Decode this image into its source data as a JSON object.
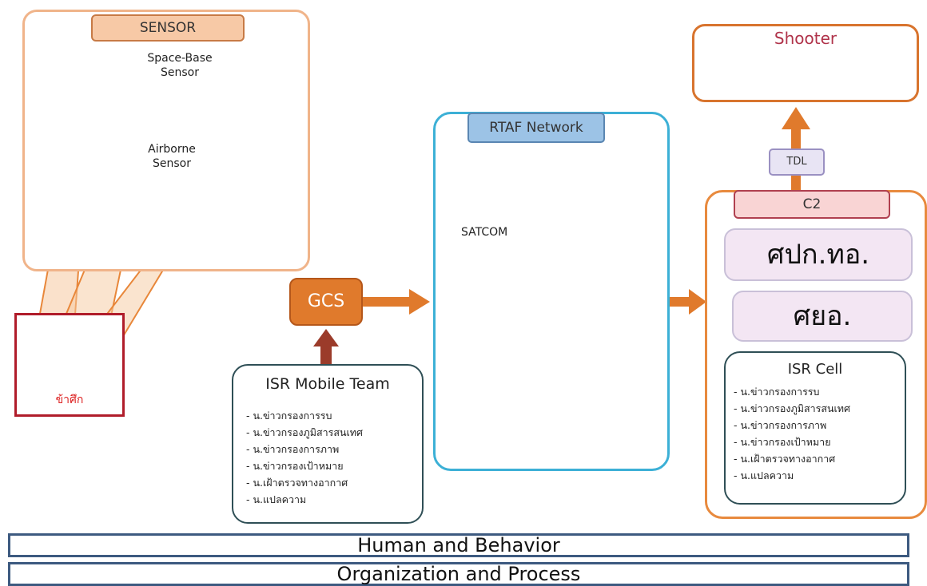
{
  "sensor": {
    "title": "SENSOR",
    "space_line1": "Space-Base",
    "space_line2": "Sensor",
    "air_line1": "Airborne",
    "air_line2": "Sensor"
  },
  "target": {
    "label": "ข้าศึก"
  },
  "gcs": {
    "label": "GCS"
  },
  "isr_mobile_team": {
    "title": "ISR Mobile Team",
    "items": [
      "- น.ข่าวกรองการรบ",
      "- น.ข่าวกรองภูมิสารสนเทศ",
      "- น.ข่าวกรองการภาพ",
      "- น.ข่าวกรองเป้าหมาย",
      "- น.เฝ้าตรวจทางอากาศ",
      "-  น.แปลความ"
    ]
  },
  "network": {
    "title": "RTAF Network",
    "satcom_label": "SATCOM"
  },
  "c2": {
    "title": "C2",
    "command1": "ศปก.ทอ.",
    "command2": "ศยอ.",
    "isr_cell": {
      "title": "ISR Cell",
      "items": [
        "- น.ข่าวกรองการรบ",
        "- น.ข่าวกรองภูมิสารสนเทศ",
        "- น.ข่าวกรองการภาพ",
        "- น.ข่าวกรองเป้าหมาย",
        "- น.เฝ้าตรวจทางอากาศ",
        "-  น.แปลความ"
      ]
    }
  },
  "tdl": {
    "label": "TDL"
  },
  "shooter": {
    "title": "Shooter"
  },
  "bars": {
    "human": "Human and Behavior",
    "organization": "Organization and Process"
  },
  "colors": {
    "orange": "#e07a2c",
    "light_blue": "#3cb0d6",
    "dark_red": "#b01c2a",
    "navy": "#3d5a80"
  }
}
